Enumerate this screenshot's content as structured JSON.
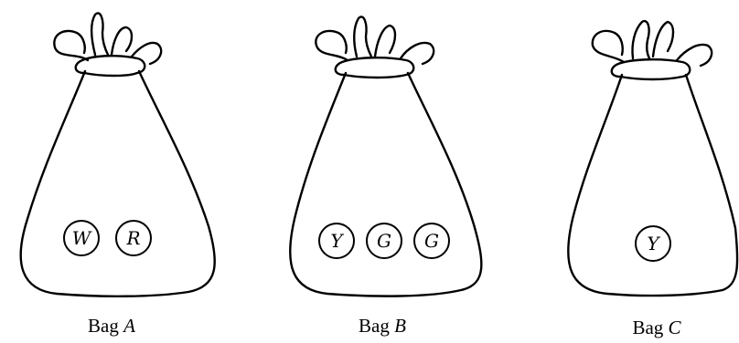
{
  "bags": [
    {
      "name": "Bag",
      "letter": "A",
      "balls": [
        "W",
        "R"
      ]
    },
    {
      "name": "Bag",
      "letter": "B",
      "balls": [
        "Y",
        "G",
        "G"
      ]
    },
    {
      "name": "Bag",
      "letter": "C",
      "balls": [
        "Y"
      ]
    }
  ]
}
